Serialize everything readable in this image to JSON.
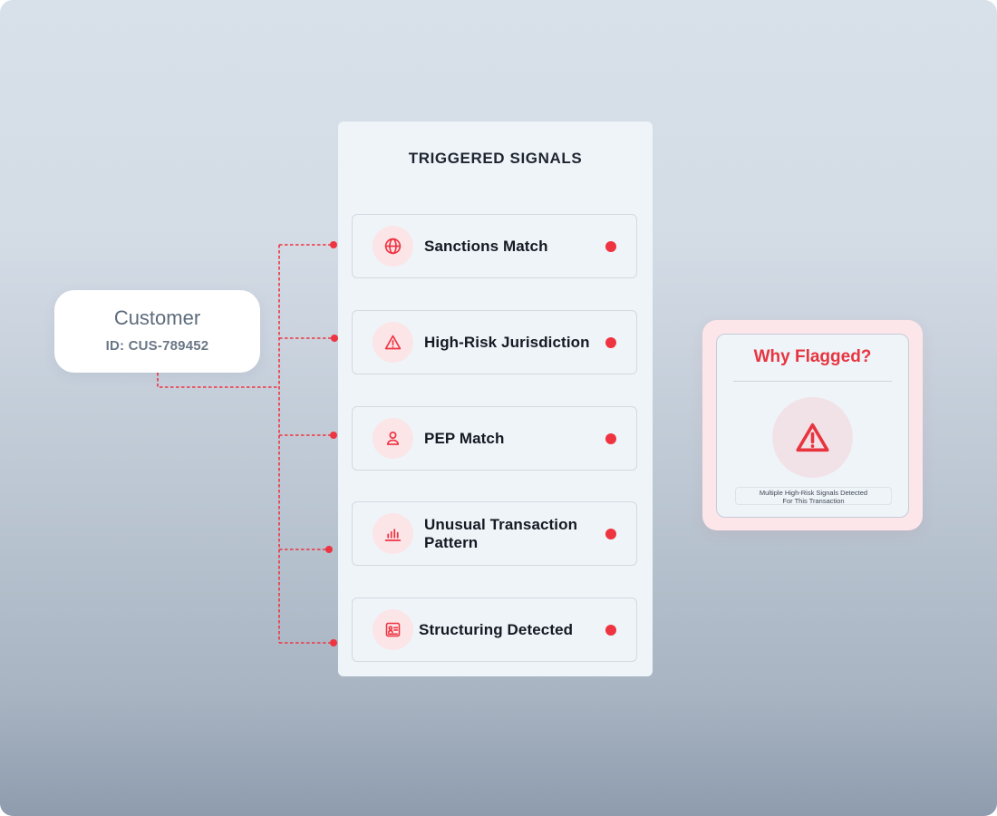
{
  "customer": {
    "title": "Customer",
    "id": "ID: CUS-789452"
  },
  "signals_panel": {
    "title": "TRIGGERED SIGNALS",
    "items": [
      {
        "label": "Sanctions Match",
        "icon": "globe-icon"
      },
      {
        "label": "High-Risk Jurisdiction",
        "icon": "warning-triangle-icon"
      },
      {
        "label": "PEP Match",
        "icon": "person-icon"
      },
      {
        "label": "Unusual Transaction Pattern",
        "icon": "bar-chart-icon"
      },
      {
        "label": "Structuring Detected",
        "icon": "id-card-icon"
      }
    ]
  },
  "why_flagged": {
    "title": "Why Flagged?",
    "icon": "warning-triangle-icon",
    "note": "Multiple High-Risk Signals Detected\nFor This Transaction"
  },
  "colors": {
    "alert_red": "#ee3441",
    "icon_bg": "#fbe5e7",
    "panel_bg": "#eff4f9",
    "flag_card_bg": "#fde6ea"
  }
}
